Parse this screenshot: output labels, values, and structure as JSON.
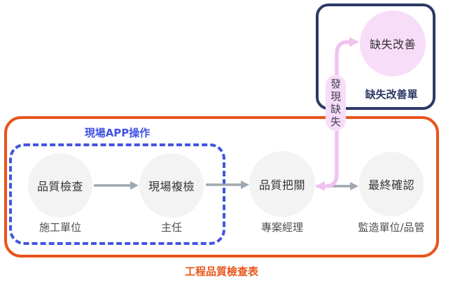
{
  "colors": {
    "orange": "#E8541A",
    "navy": "#2D3A66",
    "blue": "#4254E2",
    "pink_node_fill": "#F8DDF8",
    "pink_arrow": "#F0C3EF",
    "gray_arrow": "#9FA8B0",
    "node_fill": "#F3F3F3",
    "node_text": "#333333",
    "role_text": "#4D4D4D"
  },
  "defect_box": {
    "label": "缺失改善單",
    "node_title": "缺失改善"
  },
  "feedback": {
    "pill_label": "發現缺失"
  },
  "main_box": {
    "app_zone_label": "現場APP操作",
    "label": "工程品質檢查表",
    "steps": [
      {
        "title": "品質檢查",
        "role": "施工單位"
      },
      {
        "title": "現場複檢",
        "role": "主任"
      },
      {
        "title": "品質把關",
        "role": "專案經理"
      },
      {
        "title": "最終確認",
        "role": "監造單位/品管"
      }
    ]
  }
}
